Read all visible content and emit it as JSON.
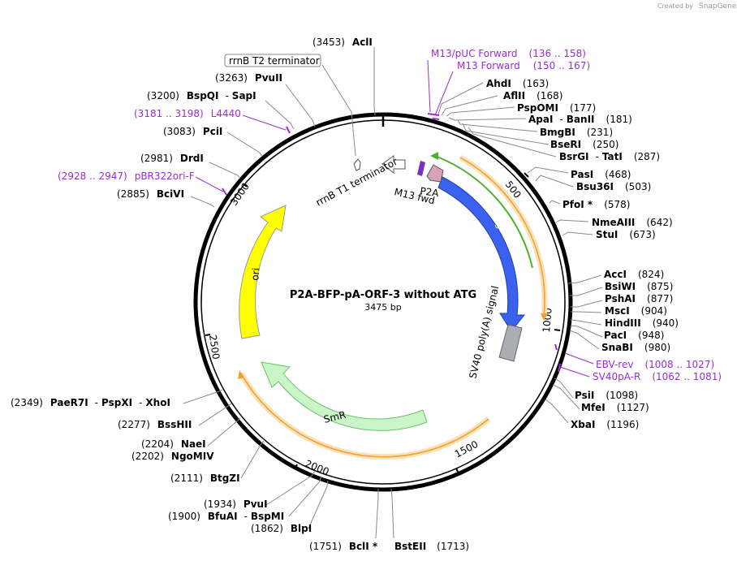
{
  "credit": {
    "text": "Created by",
    "brand": "SnapGene"
  },
  "map": {
    "name": "P2A-BFP-pA-ORF-3 without ATG",
    "length": "3475 bp"
  },
  "ticks": [
    "500",
    "1000",
    "1500",
    "2000",
    "2500",
    "3000"
  ],
  "features": {
    "tagbfp": "TagBFP",
    "sv40": "SV40 poly(A) signal",
    "smr": "SmR",
    "ori": "ori",
    "p2a": "P2A",
    "m13fwd": "M13 fwd",
    "rrnb_t1": "rrnB T1 terminator",
    "rrnb_t2": "rrnB T2 terminator"
  },
  "sites": {
    "acli": {
      "pos": "(3453)",
      "name": "AclI"
    },
    "pvuii": {
      "pos": "(3263)",
      "name": "PvuII"
    },
    "bspqi": {
      "pos": "(3200)",
      "name": "BspQI",
      "sep": "-",
      "name2": "SapI"
    },
    "pcii": {
      "pos": "(3083)",
      "name": "PciI"
    },
    "drdi": {
      "pos": "(2981)",
      "name": "DrdI"
    },
    "bcivi": {
      "pos": "(2885)",
      "name": "BciVI"
    },
    "paer7i": {
      "pos": "(2349)",
      "name": "PaeR7I",
      "sep": "-",
      "name2": "PspXI",
      "sep2": "-",
      "name3": "XhoI"
    },
    "bsshii": {
      "pos": "(2277)",
      "name": "BssHII"
    },
    "naei": {
      "pos": "(2204)",
      "name": "NaeI"
    },
    "ngomiv": {
      "pos": "(2202)",
      "name": "NgoMIV"
    },
    "btgzi": {
      "pos": "(2111)",
      "name": "BtgZI"
    },
    "pvui": {
      "pos": "(1934)",
      "name": "PvuI"
    },
    "bfuai": {
      "pos": "(1900)",
      "name": "BfuAI",
      "sep": "-",
      "name2": "BspMI"
    },
    "blpi": {
      "pos": "(1862)",
      "name": "BlpI"
    },
    "bcli": {
      "pos": "(1751)",
      "name": "BclI *"
    },
    "bsteii": {
      "name": "BstEII",
      "pos": "(1713)"
    },
    "ahdi": {
      "name": "AhdI",
      "pos": "(163)"
    },
    "aflii": {
      "name": "AflII",
      "pos": "(168)"
    },
    "pspomi": {
      "name": "PspOMI",
      "pos": "(177)"
    },
    "apai": {
      "name": "ApaI",
      "sep": "-",
      "name2": "BanII",
      "pos": "(181)"
    },
    "bmgbi": {
      "name": "BmgBI",
      "pos": "(231)"
    },
    "bseri": {
      "name": "BseRI",
      "pos": "(250)"
    },
    "bsrgi": {
      "name": "BsrGI",
      "sep": "-",
      "name2": "TatI",
      "pos": "(287)"
    },
    "pasi": {
      "name": "PasI",
      "pos": "(468)"
    },
    "bsu36i": {
      "name": "Bsu36I",
      "pos": "(503)"
    },
    "pfoi": {
      "name": "PfoI *",
      "pos": "(578)"
    },
    "nmeaiii": {
      "name": "NmeAIII",
      "pos": "(642)"
    },
    "stui": {
      "name": "StuI",
      "pos": "(673)"
    },
    "acci": {
      "name": "AccI",
      "pos": "(824)"
    },
    "bsiwi": {
      "name": "BsiWI",
      "pos": "(875)"
    },
    "pshai": {
      "name": "PshAI",
      "pos": "(877)"
    },
    "msci": {
      "name": "MscI",
      "pos": "(904)"
    },
    "hindiii": {
      "name": "HindIII",
      "pos": "(940)"
    },
    "paci": {
      "name": "PacI",
      "pos": "(948)"
    },
    "snabi": {
      "name": "SnaBI",
      "pos": "(980)"
    },
    "psii": {
      "name": "PsiI",
      "pos": "(1098)"
    },
    "mfei": {
      "name": "MfeI",
      "pos": "(1127)"
    },
    "xbai": {
      "name": "XbaI",
      "pos": "(1196)"
    }
  },
  "primers": {
    "m13puc": {
      "name": "M13/pUC Forward",
      "range": "(136 .. 158)"
    },
    "m13fwd": {
      "name": "M13 Forward",
      "range": "(150 .. 167)"
    },
    "l4440": {
      "range": "(3181 .. 3198)",
      "name": "L4440"
    },
    "pbr322": {
      "range": "(2928 .. 2947)",
      "name": "pBR322ori-F"
    },
    "ebvrev": {
      "name": "EBV-rev",
      "range": "(1008 .. 1027)"
    },
    "sv40par": {
      "name": "SV40pA-R",
      "range": "(1062 .. 1081)"
    }
  },
  "colors": {
    "tagbfp": "#3a62ee",
    "sv40": "#a9adb4",
    "smr": "#c9f5c9",
    "ori": "#ffff00",
    "orf": "#f0a030",
    "orf_glow": "#fbe1b6",
    "primer": "#9a2cd6",
    "green_orf": "#4caf2a"
  }
}
